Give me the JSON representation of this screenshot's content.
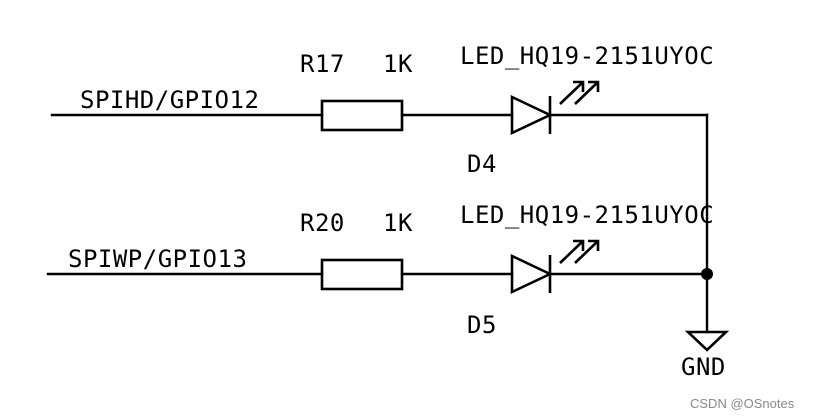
{
  "channels": [
    {
      "net_label": "SPIHD/GPIO12",
      "resistor_ref": "R17",
      "resistor_value": "1K",
      "led_part": "LED_HQ19-2151UYOC",
      "led_ref": "D4"
    },
    {
      "net_label": "SPIWP/GPIO13",
      "resistor_ref": "R20",
      "resistor_value": "1K",
      "led_part": "LED_HQ19-2151UYOC",
      "led_ref": "D5"
    }
  ],
  "ground": {
    "label": "GND"
  },
  "watermark": "CSDN @OSnotes"
}
